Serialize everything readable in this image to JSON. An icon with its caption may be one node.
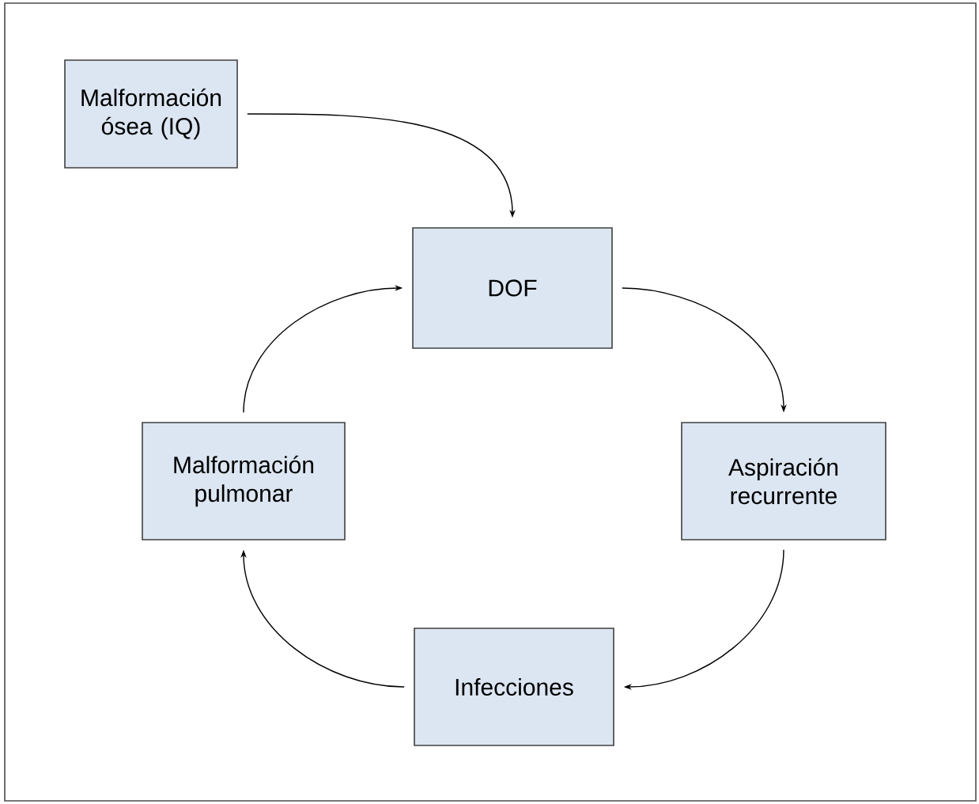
{
  "diagram": {
    "nodes": [
      {
        "text": [
          "Malformación ósea (IQ)"
        ]
      },
      {
        "text": [
          "DOF"
        ]
      },
      {
        "text": [
          "Aspiración recurrente"
        ]
      },
      {
        "text": [
          "Infecciones"
        ]
      },
      {
        "text": [
          "Malformación pulmonar"
        ]
      }
    ],
    "edges": [
      {
        "from": 0,
        "to": 1,
        "arrow": "to"
      },
      {
        "from": 1,
        "to": 2,
        "arrow": "to"
      },
      {
        "from": 2,
        "to": 3,
        "arrow": "to"
      },
      {
        "from": 3,
        "to": 4,
        "arrow": "to"
      },
      {
        "from": 4,
        "to": 1,
        "arrow": "to"
      }
    ]
  }
}
